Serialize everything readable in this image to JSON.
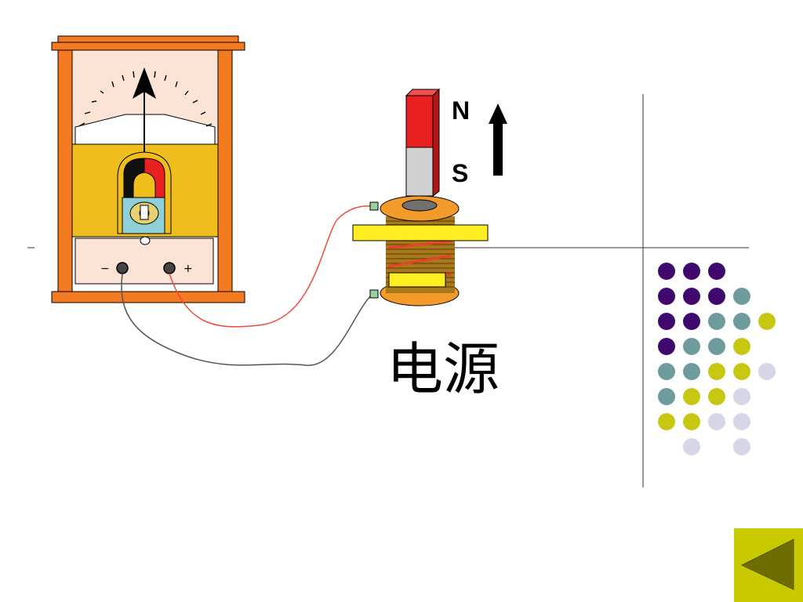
{
  "diagram": {
    "pole_north": "N",
    "pole_south": "S",
    "terminal_minus": "−",
    "terminal_plus": "+",
    "caption": "电源"
  },
  "colors": {
    "meter_frame": "#f47a20",
    "meter_body": "#efbe1c",
    "meter_face": "#fbe3d6",
    "magnet_north": "#e82020",
    "magnet_south": "#d0d0d0",
    "coil_orange": "#f39a2a",
    "coil_band": "#ffee22",
    "wire_red": "#f04a3a",
    "wire_gray": "#555555",
    "dot_purple": "#3f0a6b",
    "dot_teal": "#6e9c9c",
    "dot_olive": "#c8c812",
    "dot_lavender": "#d6d6ea",
    "back_button": "#c9c900",
    "back_arrow": "#6e6e00"
  },
  "dot_grid": [
    [
      "purple",
      "purple",
      "purple",
      "",
      ""
    ],
    [
      "purple",
      "purple",
      "purple",
      "teal",
      ""
    ],
    [
      "purple",
      "purple",
      "teal",
      "teal",
      "olive"
    ],
    [
      "purple",
      "teal",
      "teal",
      "olive",
      ""
    ],
    [
      "teal",
      "teal",
      "olive",
      "olive",
      "lavender"
    ],
    [
      "teal",
      "olive",
      "olive",
      "lavender",
      ""
    ],
    [
      "olive",
      "olive",
      "lavender",
      "lavender",
      ""
    ],
    [
      "",
      "lavender",
      "",
      "lavender",
      ""
    ]
  ],
  "nav": {
    "back_icon": "triangle-left-icon"
  }
}
